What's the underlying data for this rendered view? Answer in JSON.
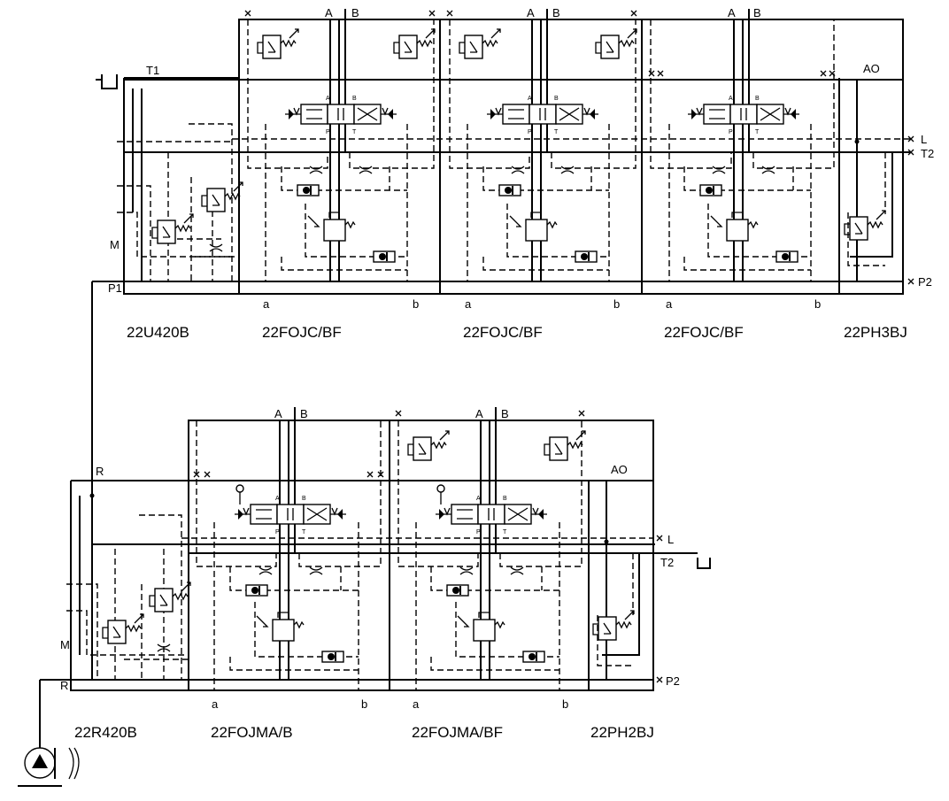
{
  "ports": {
    "a": "A",
    "b": "B",
    "t1": "T1",
    "t2": "T2",
    "ao": "AO",
    "l": "L",
    "p1": "P1",
    "p2": "P2",
    "m": "M",
    "r": "R",
    "pilot_a": "a",
    "pilot_b": "b",
    "spool_p": "P",
    "spool_t": "T"
  },
  "top_bank": {
    "modules": [
      "22U420B",
      "22FOJC/BF",
      "22FOJC/BF",
      "22FOJC/BF",
      "22PH3BJ"
    ]
  },
  "bottom_bank": {
    "modules": [
      "22R420B",
      "22FOJMA/B",
      "22FOJMA/BF",
      "22PH2BJ"
    ]
  }
}
